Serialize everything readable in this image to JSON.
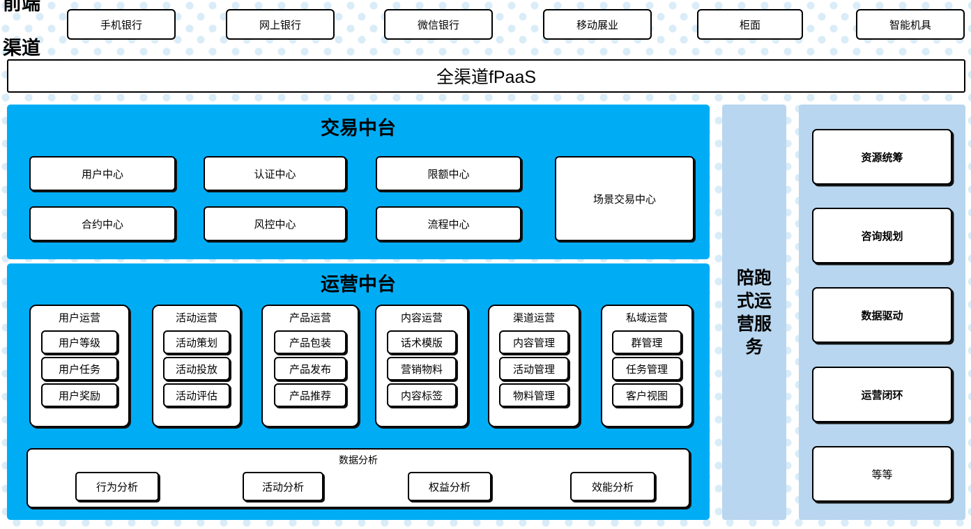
{
  "front_channel": {
    "label": "前端渠道",
    "label_line1": "前端",
    "label_line2": "渠道",
    "channels": [
      {
        "label": "手机银行"
      },
      {
        "label": "网上银行"
      },
      {
        "label": "微信银行"
      },
      {
        "label": "移动展业"
      },
      {
        "label": "柜面"
      },
      {
        "label": "智能机具"
      }
    ]
  },
  "fpaas": {
    "label": "全渠道fPaaS"
  },
  "trade_platform": {
    "title": "交易中台",
    "nodes_row1": [
      {
        "label": "用户中心"
      },
      {
        "label": "认证中心"
      },
      {
        "label": "限额中心"
      }
    ],
    "nodes_row2": [
      {
        "label": "合约中心"
      },
      {
        "label": "风控中心"
      },
      {
        "label": "流程中心"
      }
    ],
    "tall_node": {
      "label": "场景交易中心"
    }
  },
  "ops_platform": {
    "title": "运营中台",
    "columns": [
      {
        "title": "用户运营",
        "items": [
          {
            "label": "用户等级"
          },
          {
            "label": "用户任务"
          },
          {
            "label": "用户奖励"
          }
        ]
      },
      {
        "title": "活动运营",
        "items": [
          {
            "label": "活动策划"
          },
          {
            "label": "活动投放"
          },
          {
            "label": "活动评估"
          }
        ]
      },
      {
        "title": "产品运营",
        "items": [
          {
            "label": "产品包装"
          },
          {
            "label": "产品发布"
          },
          {
            "label": "产品推荐"
          }
        ]
      },
      {
        "title": "内容运营",
        "items": [
          {
            "label": "话术模版"
          },
          {
            "label": "营销物料"
          },
          {
            "label": "内容标签"
          }
        ]
      },
      {
        "title": "渠道运营",
        "items": [
          {
            "label": "内容管理"
          },
          {
            "label": "活动管理"
          },
          {
            "label": "物料管理"
          }
        ]
      },
      {
        "title": "私域运营",
        "items": [
          {
            "label": "群管理"
          },
          {
            "label": "任务管理"
          },
          {
            "label": "客户视图"
          }
        ]
      }
    ],
    "data_analysis": {
      "title": "数据分析",
      "items": [
        {
          "label": "行为分析"
        },
        {
          "label": "活动分析"
        },
        {
          "label": "权益分析"
        },
        {
          "label": "效能分析"
        }
      ]
    }
  },
  "accompany_service": {
    "label": "陪跑式运营服务"
  },
  "service_panel": {
    "items": [
      {
        "label": "资源统筹",
        "bold": true
      },
      {
        "label": "咨询规划",
        "bold": true
      },
      {
        "label": "数据驱动",
        "bold": true
      },
      {
        "label": "运营闭环",
        "bold": true
      },
      {
        "label": "等等",
        "bold": false
      }
    ]
  },
  "colors": {
    "cyan": "#00adf5",
    "light_blue": "#b8d6ef",
    "dot": "#d9ecf8",
    "border": "#000000",
    "node_bg": "#ffffff"
  }
}
